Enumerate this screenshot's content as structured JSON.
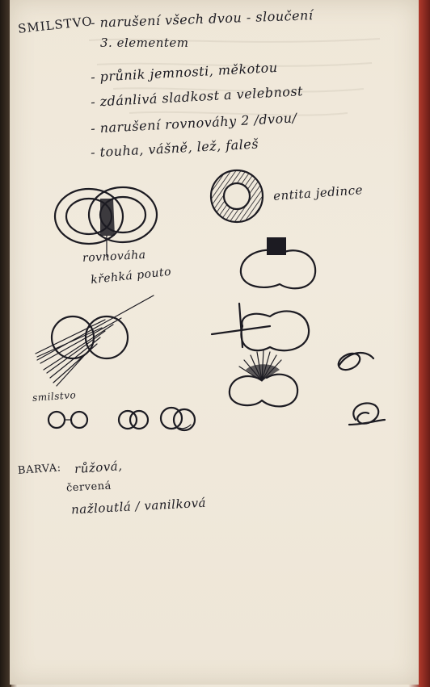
{
  "title": "SMILSTVO",
  "line1a": "- narušení všech dvou - sloučení",
  "line1b": "3. elementem",
  "bullets": [
    "- průnik jemnosti, měkotou",
    "- zdánlivá sladkost a velebnost",
    "- narušení rovnováhy 2 /dvou/",
    "- touha, vášně, lež, faleš"
  ],
  "diagram_labels": {
    "entita": "entita jedince",
    "rovnovaha": "rovnováha",
    "krehka": "křehká pouto",
    "smilstvo": "smilstvo"
  },
  "barva": {
    "label": "BARVA:",
    "colors": [
      "růžová,",
      "červená",
      "nažloutlá / vanilková"
    ]
  },
  "colors": {
    "paper": "#efe8da",
    "ink": "#1c1b22",
    "cover": "#8d2b22"
  }
}
